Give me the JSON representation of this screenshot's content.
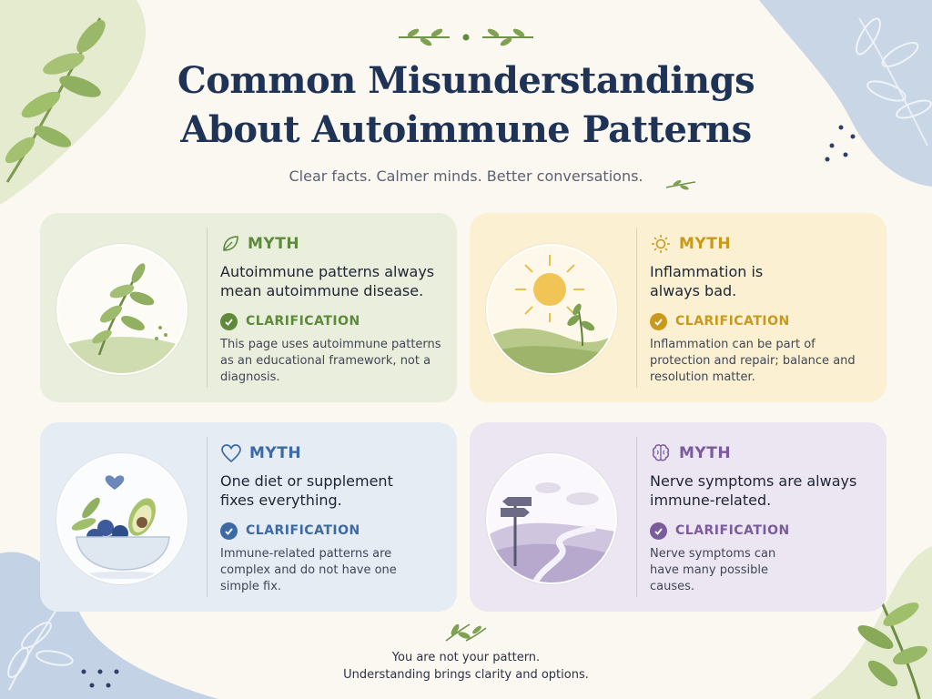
{
  "header": {
    "title_line1": "Common Misunderstandings",
    "title_line2": "About Autoimmune Patterns",
    "subtitle": "Clear facts. Calmer minds. Better conversations."
  },
  "colors": {
    "title": "#1f3357",
    "green_accent": "#5e8a3c",
    "gold_accent": "#c79a1d",
    "blue_accent": "#3c6aa6",
    "purple_accent": "#7a5c9e"
  },
  "cards": [
    {
      "myth_label": "MYTH",
      "myth_text": "Autoimmune patterns always mean autoimmune disease.",
      "clarification_label": "CLARIFICATION",
      "clarification_text": "This page uses autoimmune patterns as an educational framework, not a diagnosis.",
      "icon": "leaf-icon",
      "illustration": "leafy-plant-on-hill"
    },
    {
      "myth_label": "MYTH",
      "myth_text": "Inflammation is always bad.",
      "clarification_label": "CLARIFICATION",
      "clarification_text": "Inflammation can be part of protection and repair; balance and resolution matter.",
      "icon": "sun-icon",
      "illustration": "sun-over-hills"
    },
    {
      "myth_label": "MYTH",
      "myth_text": "One diet or supplement fixes everything.",
      "clarification_label": "CLARIFICATION",
      "clarification_text": "Immune-related patterns are complex and do not have one simple fix.",
      "icon": "heart-icon",
      "illustration": "bowl-of-blueberries-and-avocado"
    },
    {
      "myth_label": "MYTH",
      "myth_text": "Nerve symptoms are always immune-related.",
      "clarification_label": "CLARIFICATION",
      "clarification_text": "Nerve symptoms can have many possible causes.",
      "icon": "brain-icon",
      "illustration": "signpost-and-winding-path"
    }
  ],
  "footer": {
    "line1": "You are not your pattern.",
    "line2": "Understanding brings clarity and options."
  }
}
